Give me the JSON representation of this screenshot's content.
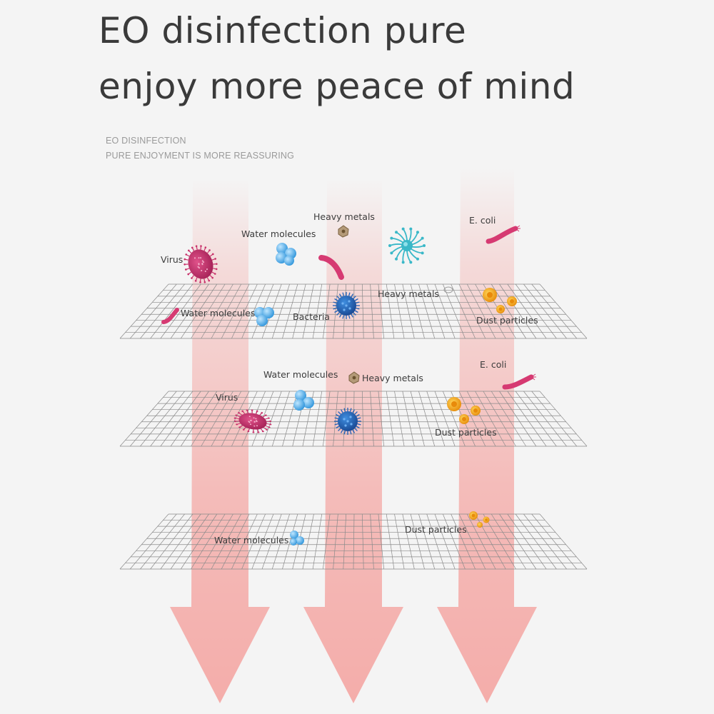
{
  "headline": {
    "line1": "EO disinfection pure",
    "line2": "enjoy more peace of mind"
  },
  "subtitle": {
    "line1": "EO DISINFECTION",
    "line2": "PURE ENJOYMENT IS MORE REASSURING"
  },
  "labels": {
    "top_heavy_metals": "Heavy metals",
    "top_water_molecules": "Water molecules",
    "top_virus": "Virus",
    "top_ecoli": "E. coli",
    "l1_water_molecules": "Water molecules",
    "l1_bacteria": "Bacteria",
    "l1_heavy_metals": "Heavy metals",
    "l1_dust_particles": "Dust particles",
    "l2_water_molecules": "Water molecules",
    "l2_heavy_metals": "Heavy metals",
    "l2_ecoli": "E. coli",
    "l2_virus": "Virus",
    "l2_dust_particles": "Dust particles",
    "l3_water_molecules": "Water molecules",
    "l3_dust_particles": "Dust particles"
  },
  "colors": {
    "background": "#f4f4f4",
    "arrow": "#f4a9a6",
    "grid": "#8a8a8a",
    "virus": "#c8306a",
    "bacteria": "#2060b8",
    "water": "#5bb8ec",
    "dust": "#f2a81e",
    "ecoli": "#d63a72",
    "spore": "#3ab8c8",
    "metal": "#b49a78"
  },
  "icons": [
    "virus-icon",
    "bacteria-icon",
    "water-molecule-icon",
    "heavy-metal-icon",
    "dust-particle-icon",
    "ecoli-icon",
    "spore-icon"
  ]
}
